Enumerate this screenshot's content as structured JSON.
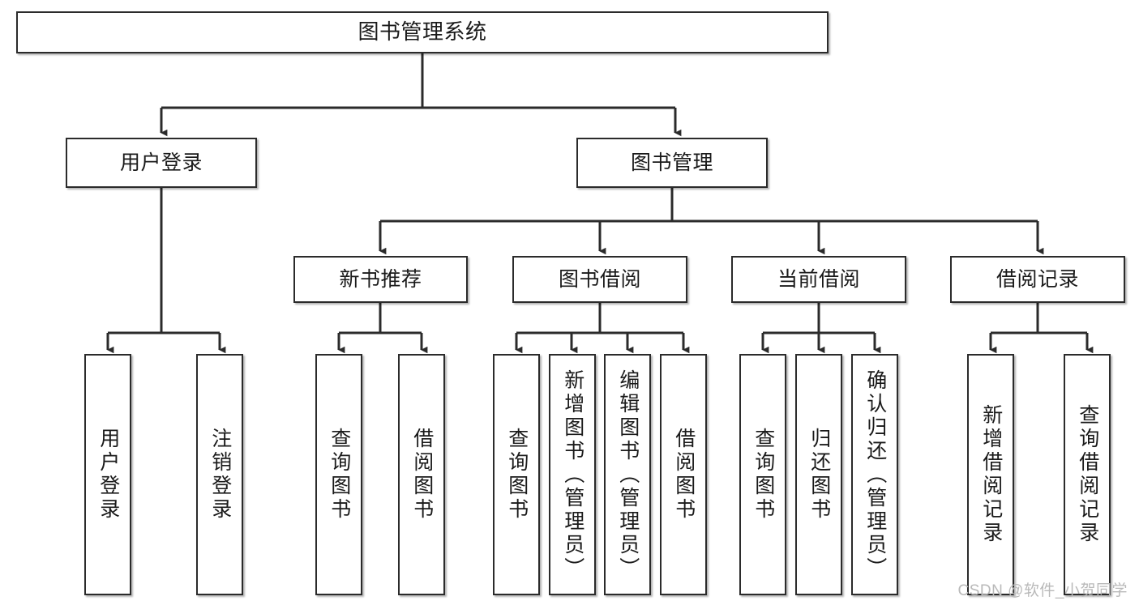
{
  "diagram": {
    "kind": "tree",
    "title": "图书管理系统",
    "watermark": "CSDN @软件_小贺同学",
    "colors": {
      "background": "#ffffff",
      "node_fill": "#ffffff",
      "node_border": "#2b2b2b",
      "edge": "#2b2b2b",
      "text": "#1a1a1a",
      "watermark": "#b9b9b9"
    },
    "nodes": {
      "root": {
        "label": "图书管理系统"
      },
      "level2": [
        {
          "id": "user-login",
          "label": "用户登录"
        },
        {
          "id": "book-manage",
          "label": "图书管理"
        }
      ],
      "level3": [
        {
          "id": "new-book-recommend",
          "label": "新书推荐"
        },
        {
          "id": "book-borrow",
          "label": "图书借阅"
        },
        {
          "id": "current-borrow",
          "label": "当前借阅"
        },
        {
          "id": "borrow-record",
          "label": "借阅记录"
        }
      ],
      "leaves": {
        "user_login": [
          {
            "id": "leaf-user-login",
            "label": "用户登录"
          },
          {
            "id": "leaf-logout-login",
            "label": "注销登录"
          }
        ],
        "new_book_recommend": [
          {
            "id": "leaf-query-book-1",
            "label": "查询图书"
          },
          {
            "id": "leaf-borrow-book-1",
            "label": "借阅图书"
          }
        ],
        "book_borrow": [
          {
            "id": "leaf-query-book-2",
            "label": "查询图书"
          },
          {
            "id": "leaf-add-book",
            "label": "新增图书（管理员）"
          },
          {
            "id": "leaf-edit-book",
            "label": "编辑图书（管理员）"
          },
          {
            "id": "leaf-borrow-book-2",
            "label": "借阅图书"
          }
        ],
        "current_borrow": [
          {
            "id": "leaf-query-book-3",
            "label": "查询图书"
          },
          {
            "id": "leaf-return-book",
            "label": "归还图书"
          },
          {
            "id": "leaf-confirm-return",
            "label": "确认归还（管理员）"
          }
        ],
        "borrow_record": [
          {
            "id": "leaf-add-record",
            "label": "新增借阅记录"
          },
          {
            "id": "leaf-query-record",
            "label": "查询借阅记录"
          }
        ]
      }
    }
  }
}
